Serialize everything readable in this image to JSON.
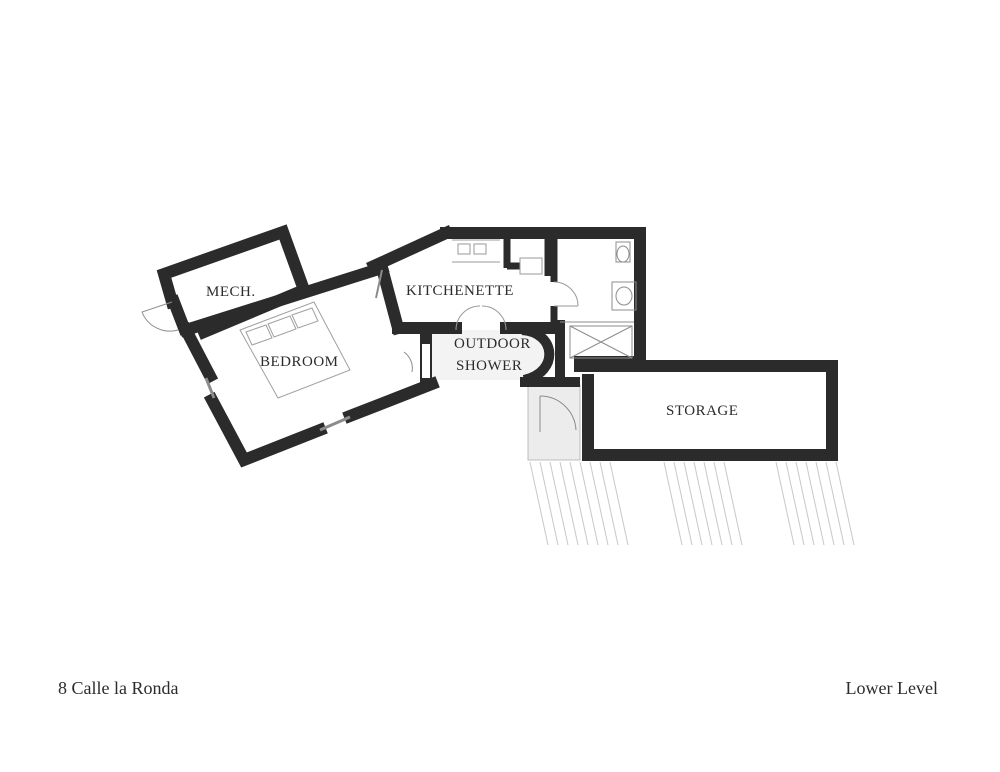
{
  "plan": {
    "address": "8 Calle la Ronda",
    "level": "Lower Level",
    "rooms": {
      "mech": "MECH.",
      "kitchenette": "KITCHENETTE",
      "bedroom": "BEDROOM",
      "outdoor_shower_line1": "OUTDOOR",
      "outdoor_shower_line2": "SHOWER",
      "storage": "STORAGE"
    },
    "colors": {
      "wall": "#2b2b2b",
      "fixture": "#8c8c8c",
      "paving": "#ececec"
    }
  }
}
